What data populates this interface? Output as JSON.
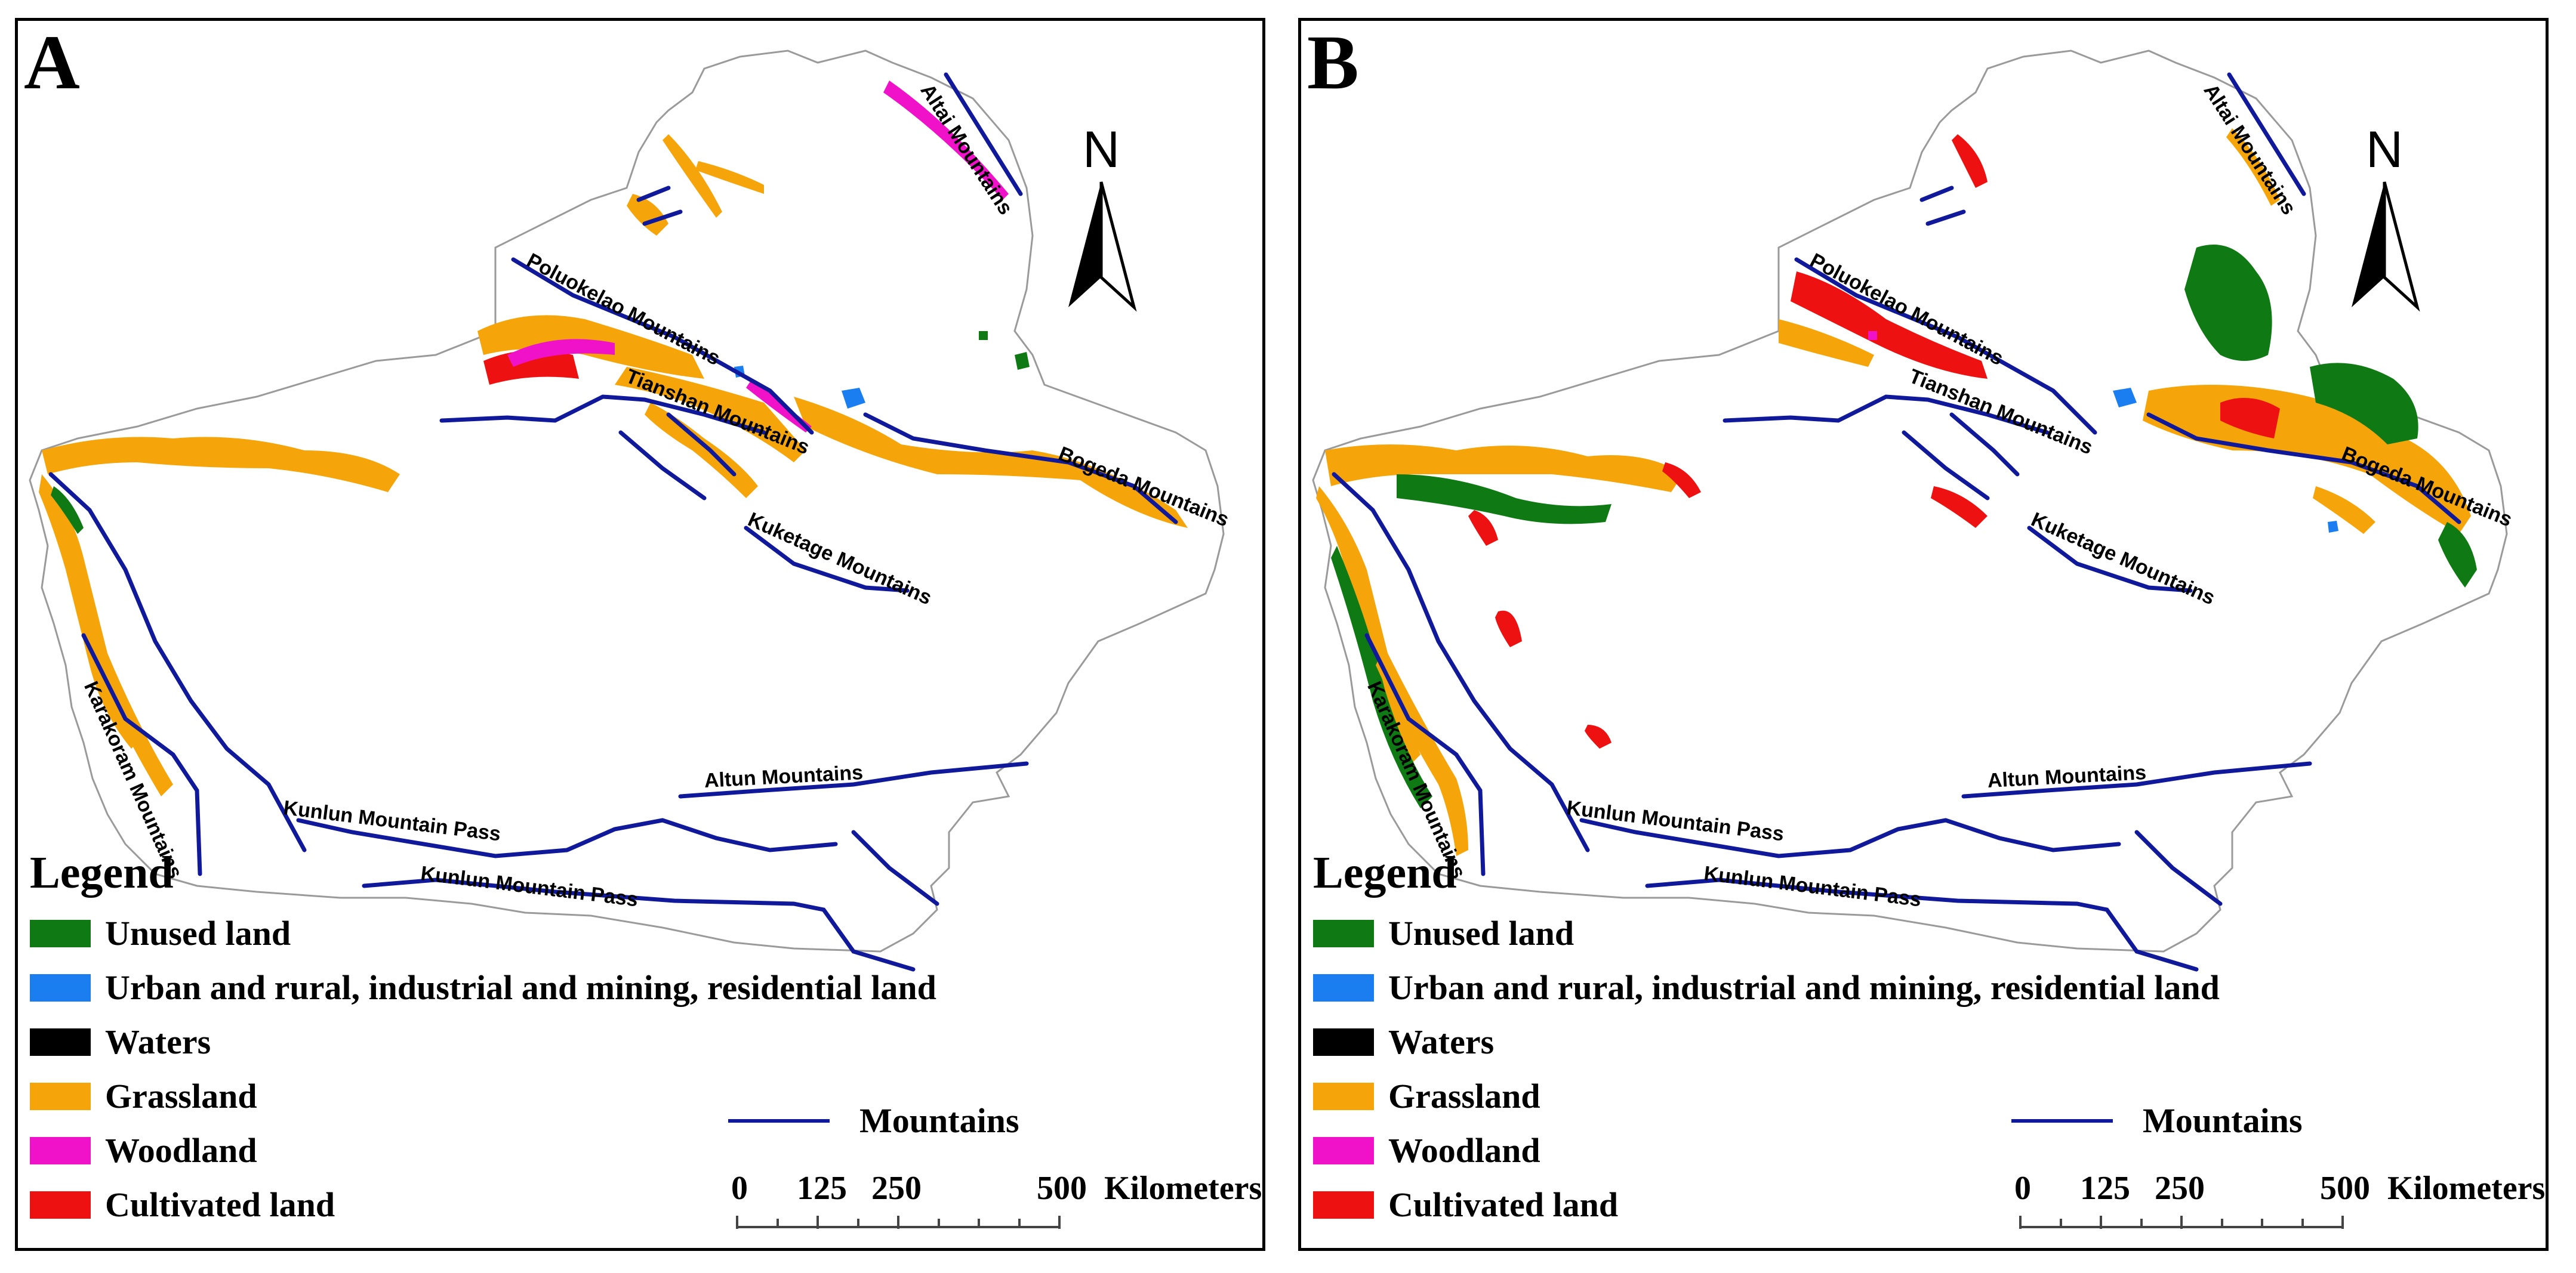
{
  "panels": [
    {
      "letter": "A",
      "mountain_labels": {
        "altai": "Altai Mountains",
        "poluokelao": "Poluokelao Mountains",
        "tianshan": "Tianshan Mountains",
        "bogeda": "Bogeda Mountains",
        "kuketage": "Kuketage Mountains",
        "karakoram": "Karakoram Mountains",
        "altun": "Altun Mountains",
        "kunlun_pass_1": "Kunlun Mountain Pass",
        "kunlun_pass_2": "Kunlun Mountain Pass"
      }
    },
    {
      "letter": "B",
      "mountain_labels": {
        "altai": "Altai Mountains",
        "poluokelao": "Poluokelao Mountains",
        "tianshan": "Tianshan Mountains",
        "bogeda": "Bogeda Mountains",
        "kuketage": "Kuketage Mountains",
        "karakoram": "Karakoram Mountains",
        "altun": "Altun Mountains",
        "kunlun_pass_1": "Kunlun Mountain Pass",
        "kunlun_pass_2": "Kunlun Mountain Pass"
      }
    }
  ],
  "legend": {
    "title": "Legend",
    "items": [
      {
        "label": "Unused land",
        "color": "#0f7a14"
      },
      {
        "label": "Urban and rural, industrial and mining, residential land",
        "color": "#1a7ef0"
      },
      {
        "label": "Waters",
        "color": "#000000"
      },
      {
        "label": "Grassland",
        "color": "#f5a50a"
      },
      {
        "label": "Woodland",
        "color": "#f012c8"
      },
      {
        "label": "Cultivated land",
        "color": "#ee1111"
      }
    ],
    "mountains_label": "Mountains",
    "mountains_color": "#10199a"
  },
  "scale": {
    "ticks": [
      "0",
      "125",
      "250",
      "500"
    ],
    "unit": "Kilometers"
  },
  "north_label": "N"
}
